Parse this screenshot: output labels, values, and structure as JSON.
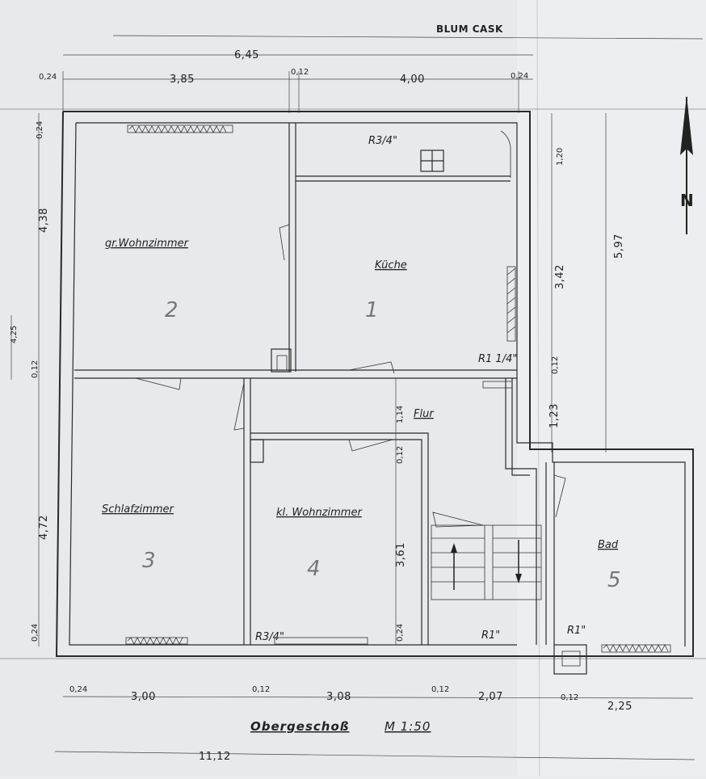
{
  "plan": {
    "title": "Obergeschoß",
    "scale": "M 1:50",
    "north_label": "N",
    "stamp_text": "BLUM CASK"
  },
  "rooms": [
    {
      "label": "gr.Wohnzimmer",
      "number": "2"
    },
    {
      "label": "Küche",
      "number": "1"
    },
    {
      "label": "Flur",
      "number": ""
    },
    {
      "label": "Schlafzimmer",
      "number": "3"
    },
    {
      "label": "kl. Wohnzimmer",
      "number": "4"
    },
    {
      "label": "Bad",
      "number": "5"
    }
  ],
  "annotations": {
    "radiator_kitchen": "R3/4\"",
    "radiator_kitchen_right": "R1 1/4\"",
    "radiator_kl": "R3/4\"",
    "radiator_stair": "R1\"",
    "radiator_bad": "R1\""
  },
  "dimensions": {
    "top_total": "6,45",
    "top_wall_left": "0,24",
    "top_seg1": "3,85",
    "top_wall_mid": "0,12",
    "top_seg2": "4,00",
    "top_wall_right": "0,24",
    "left_top_wall": "0,24",
    "left_seg1": "4,38",
    "left_wall_mid": "0,12",
    "left_seg2": "4,72",
    "left_bottom_wall": "0,24",
    "left_outer": "4,25",
    "right_seg_top": "1,20",
    "right_total": "5,97",
    "right_seg_mid": "3,42",
    "right_wall": "0,12",
    "right_seg_low": "1,23",
    "flur_width": "1,14",
    "flur_wall": "0,12",
    "kl_height": "3,61",
    "kl_wall": "0,24",
    "bottom_wall_left": "0,24",
    "bottom_seg1": "3,00",
    "bottom_wall2": "0,12",
    "bottom_seg2": "3,08",
    "bottom_wall3": "0,12",
    "bottom_seg3": "2,07",
    "bottom_wall4": "0,12",
    "bottom_seg4": "2,25",
    "bottom_total": "11,12"
  }
}
